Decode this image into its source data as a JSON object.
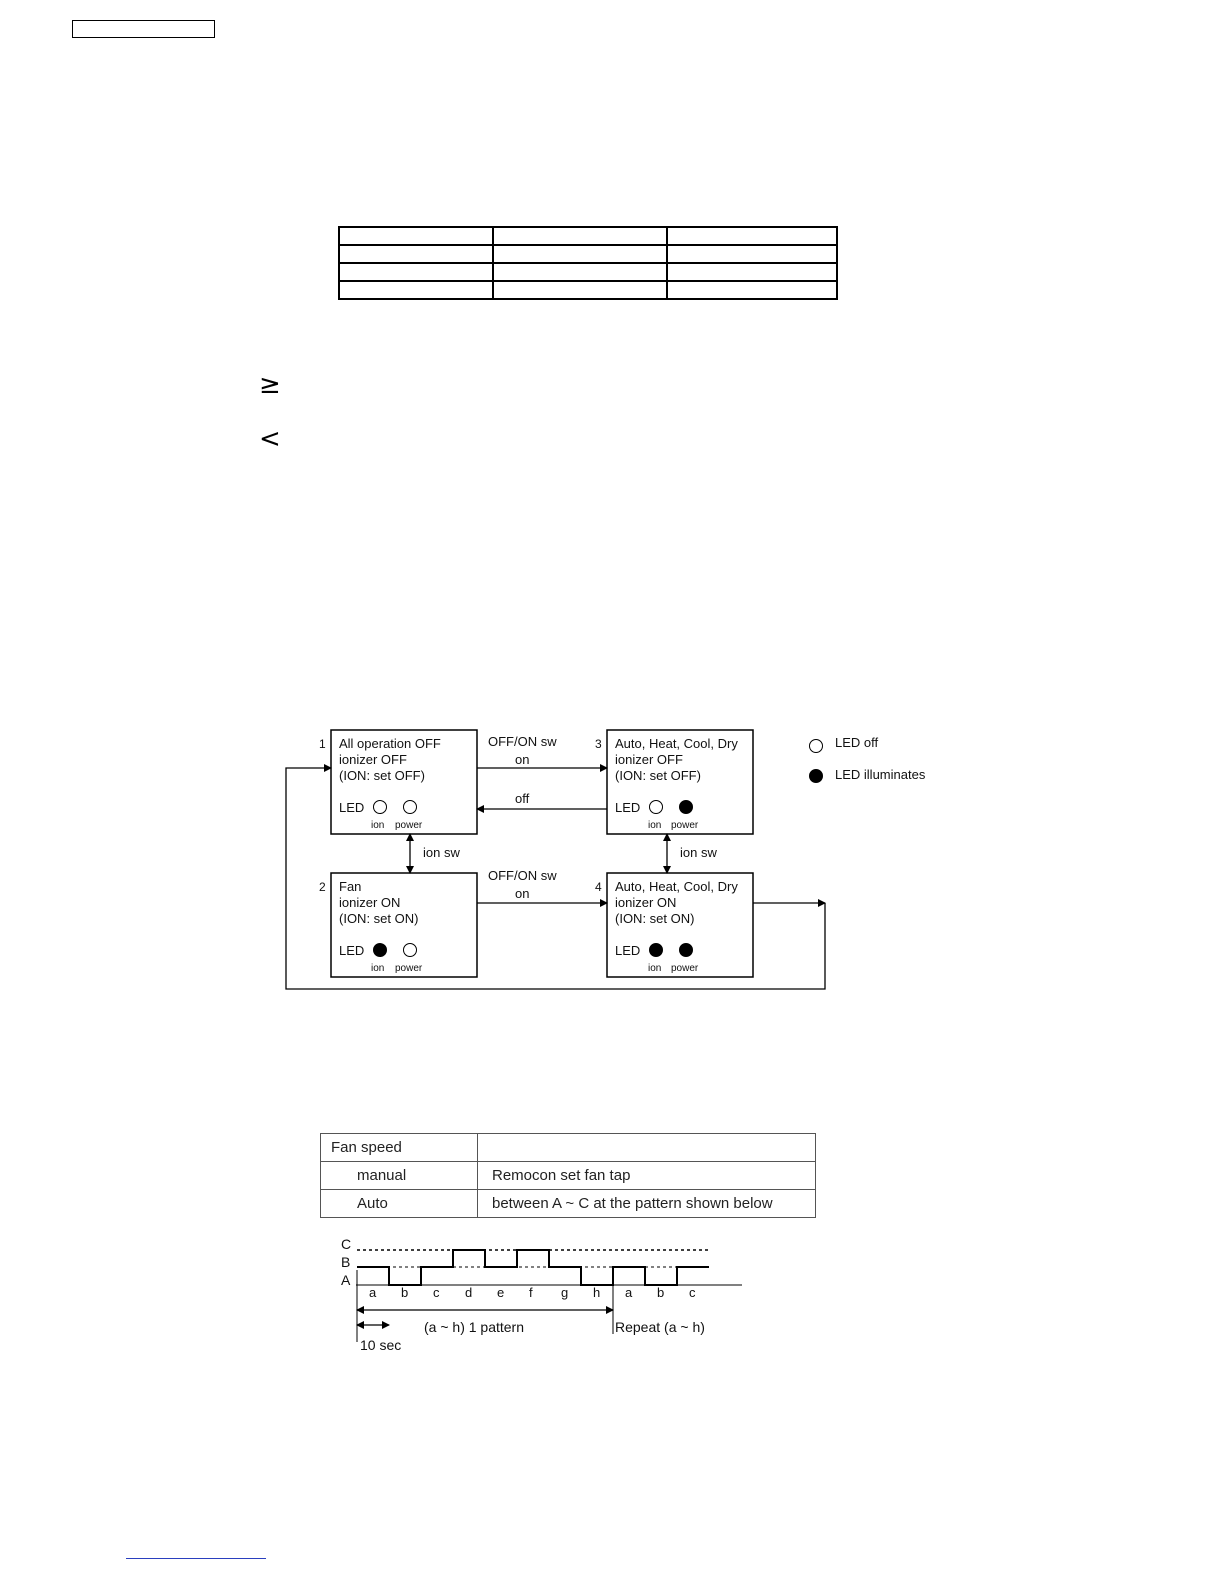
{
  "symbols": {
    "ge": "≥",
    "lt": "<"
  },
  "diagram": {
    "boxes": [
      {
        "num": "1",
        "lines": [
          "All operation OFF",
          "ionizer OFF",
          "(ION: set OFF)"
        ],
        "led_label": "LED",
        "ion": "ion",
        "power": "power",
        "ion_led": "off",
        "power_led": "off"
      },
      {
        "num": "2",
        "lines": [
          "Fan",
          "ionizer ON",
          "(ION: set ON)"
        ],
        "led_label": "LED",
        "ion": "ion",
        "power": "power",
        "ion_led": "on",
        "power_led": "off"
      },
      {
        "num": "3",
        "lines": [
          "Auto, Heat, Cool, Dry",
          "ionizer OFF",
          "(ION: set OFF)"
        ],
        "led_label": "LED",
        "ion": "ion",
        "power": "power",
        "ion_led": "off",
        "power_led": "on"
      },
      {
        "num": "4",
        "lines": [
          "Auto, Heat, Cool, Dry",
          "ionizer ON",
          "(ION: set ON)"
        ],
        "led_label": "LED",
        "ion": "ion",
        "power": "power",
        "ion_led": "on",
        "power_led": "on"
      }
    ],
    "arrow_labels": {
      "top_sw": "OFF/ON sw",
      "top_on": "on",
      "top_off": "off",
      "ion_sw_left": "ion sw",
      "ion_sw_right": "ion sw",
      "bottom_sw": "OFF/ON sw",
      "bottom_on": "on"
    },
    "legend": {
      "off": "LED off",
      "on": "LED illuminates"
    }
  },
  "fan_table": {
    "header": [
      "Fan speed",
      ""
    ],
    "rows": [
      [
        "manual",
        "Remocon set fan tap"
      ],
      [
        "Auto",
        "between A ~ C at the pattern shown below"
      ]
    ]
  },
  "waveform": {
    "levels": [
      "C",
      "B",
      "A"
    ],
    "steps": [
      "a",
      "b",
      "c",
      "d",
      "e",
      "f",
      "g",
      "h",
      "a",
      "b",
      "c"
    ],
    "step_levels": [
      "B",
      "A",
      "B",
      "C",
      "B",
      "C",
      "B",
      "A",
      "B",
      "A",
      "B"
    ],
    "pattern_label": "(a ~ h) 1 pattern",
    "repeat_label": "Repeat (a ~ h)",
    "interval_label": "10 sec"
  }
}
